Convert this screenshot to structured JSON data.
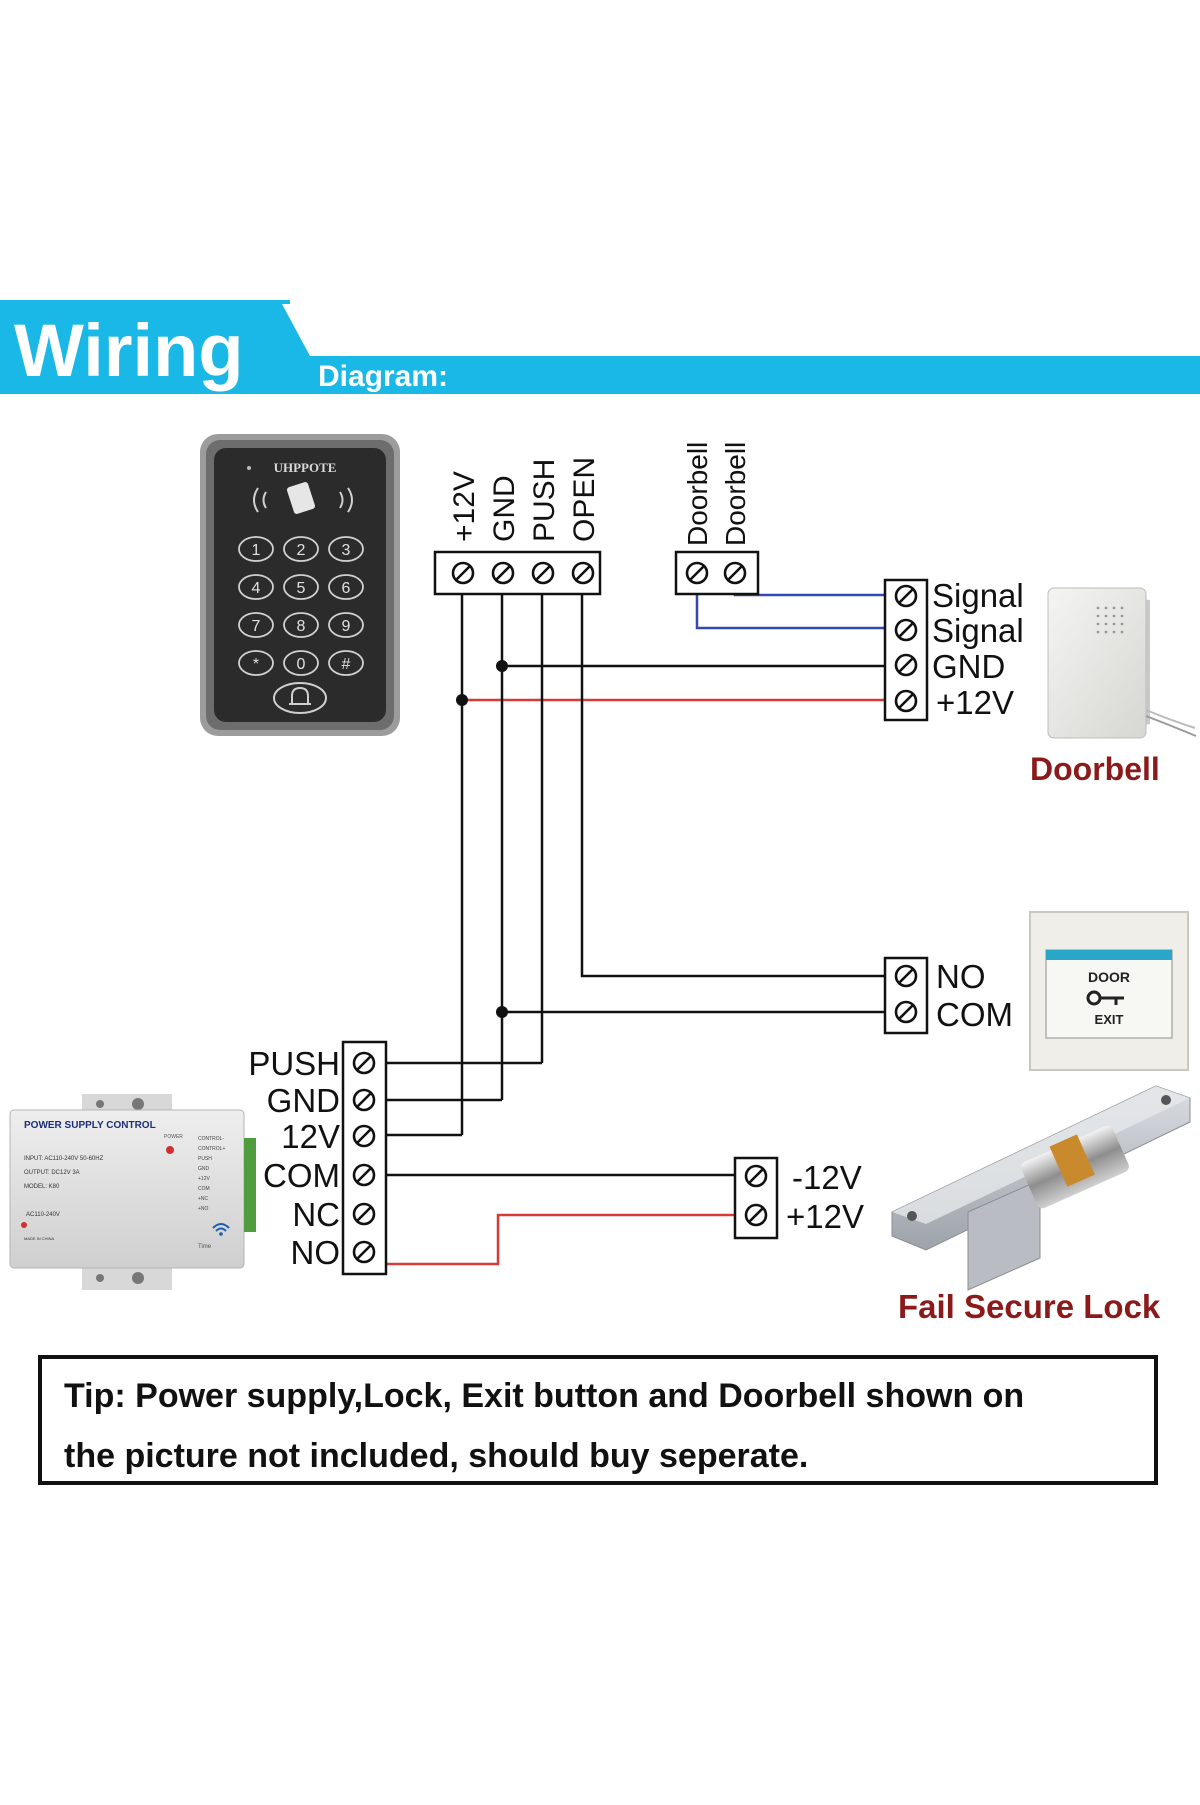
{
  "header": {
    "title": "Wiring",
    "subtitle": "Diagram:"
  },
  "keypad": {
    "brand": "UHPPOTE",
    "keys": [
      "1",
      "2",
      "3",
      "4",
      "5",
      "6",
      "7",
      "8",
      "9",
      "*",
      "0",
      "#"
    ]
  },
  "keypad_terminals": {
    "labels": [
      "+12V",
      "GND",
      "PUSH",
      "OPEN"
    ]
  },
  "doorbell_terminals": {
    "labels": [
      "Doorbell",
      "Doorbell"
    ]
  },
  "doorbell": {
    "terminal_labels": [
      "Signal",
      "Signal",
      "GND",
      "+12V"
    ],
    "caption": "Doorbell"
  },
  "exit_button": {
    "terminal_labels": [
      "NO",
      "COM"
    ],
    "plate_top": "DOOR",
    "plate_bottom": "EXIT"
  },
  "power_supply": {
    "terminal_labels": [
      "PUSH",
      "GND",
      "12V",
      "COM",
      "NC",
      "NO"
    ],
    "plate_title": "POWER SUPPLY CONTROL",
    "plate_lines": [
      "INPUT: AC110-240V 50-60HZ",
      "OUTPUT: DC12V 3A",
      "MODEL: K80",
      "AC110-240V",
      "MADE IN CHINA"
    ],
    "plate_power": "POWER",
    "plate_side": [
      "CONTROL-",
      "CONTROL+",
      "PUSH",
      "GND",
      "+12V",
      "COM",
      "+NC",
      "+NO"
    ],
    "plate_time": "Time"
  },
  "lock": {
    "terminal_labels": [
      "-12V",
      "+12V"
    ],
    "caption": "Fail Secure Lock"
  },
  "tip": {
    "line1": "Tip:  Power supply,Lock, Exit button and Doorbell shown on",
    "line2": "the picture not included, should buy seperate."
  },
  "colors": {
    "accent": "#1ab8e6",
    "wire_black": "#111111",
    "wire_red": "#d83a3a",
    "wire_blue": "#3547b0",
    "caption_red": "#8b1a1a"
  }
}
